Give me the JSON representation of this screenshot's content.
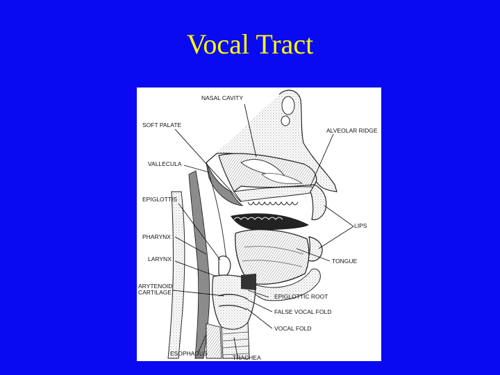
{
  "slide": {
    "title": "Vocal Tract",
    "background_color": "#0a0af2",
    "title_color": "#ffff00"
  },
  "diagram": {
    "labels": {
      "nasal_cavity": "NASAL CAVITY",
      "soft_palate": "SOFT PALATE",
      "alveolar_ridge": "ALVEOLAR RIDGE",
      "vallecula": "VALLECULA",
      "epiglottis": "EPIGLOTTIS",
      "lips": "LIPS",
      "pharynx": "PHARYNX",
      "larynx": "LARYNX",
      "tongue": "TONGUE",
      "arytenoid_cartilage_line1": "ARYTENOID",
      "arytenoid_cartilage_line2": "CARTILAGE",
      "epiglottic_root": "EPIGLOTTIC ROOT",
      "false_vocal_fold": "FALSE VOCAL FOLD",
      "vocal_fold": "VOCAL FOLD",
      "esophagus": "ESOPHAGUS",
      "trachea": "TRACHEA"
    }
  }
}
